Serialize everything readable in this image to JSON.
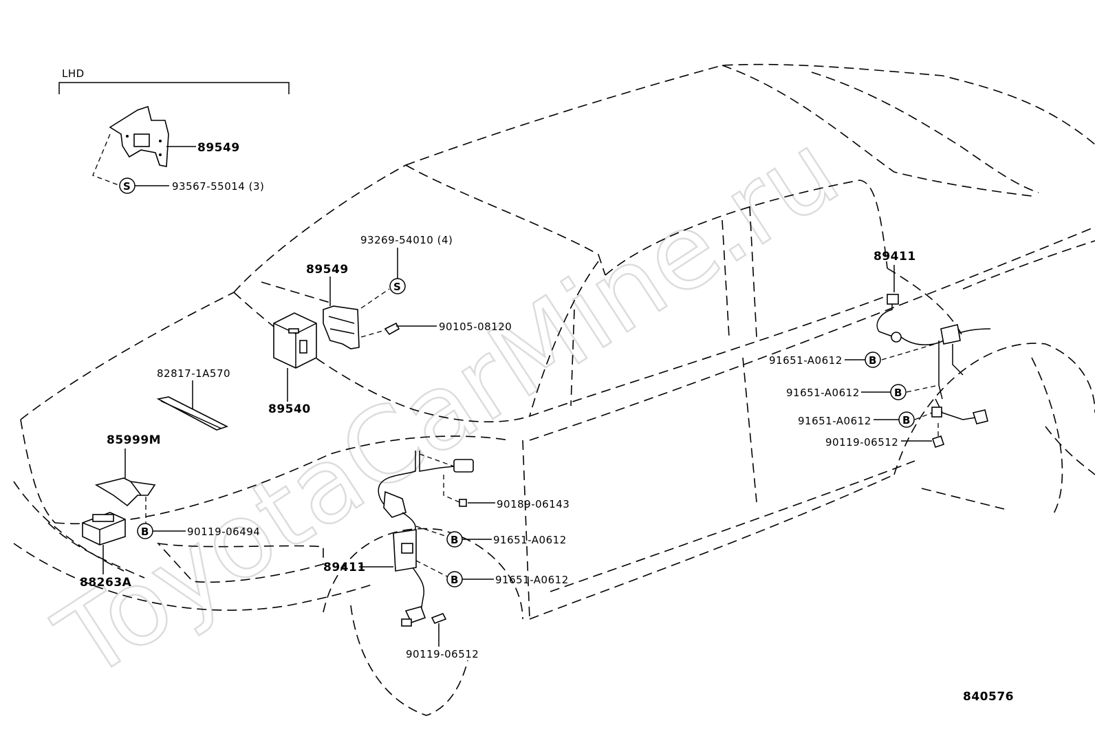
{
  "watermark": "ToyotaCarMine.ru",
  "section_label": "LHD",
  "drawing_number": "840576",
  "symbols": {
    "s": "S",
    "b": "B"
  },
  "parts": {
    "p89549_lhd": "89549",
    "p93567": "93567-55014 (3)",
    "p93269": "93269-54010 (4)",
    "p89549": "89549",
    "p90105": "90105-08120",
    "p82817": "82817-1A570",
    "p89540": "89540",
    "p85999m": "85999M",
    "p90119_06494": "90119-06494",
    "p88263a": "88263A",
    "p90189": "90189-06143",
    "p91651_f1": "91651-A0612",
    "p91651_f2": "91651-A0612",
    "p89411_front": "89411",
    "p90119_front": "90119-06512",
    "p89411_rear": "89411",
    "p91651_r1": "91651-A0612",
    "p91651_r2": "91651-A0612",
    "p91651_r3": "91651-A0612",
    "p90119_rear": "90119-06512"
  }
}
